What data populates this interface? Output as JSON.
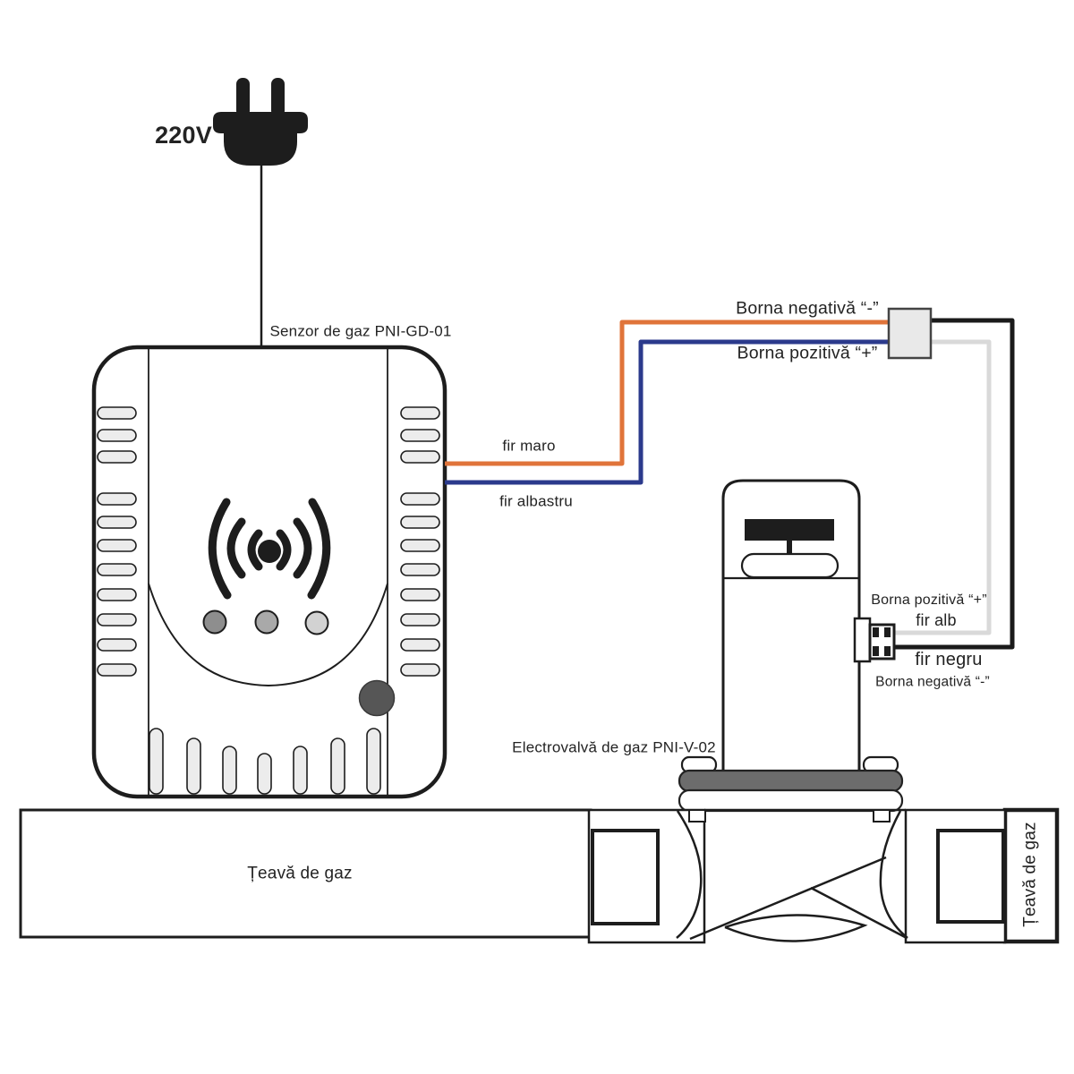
{
  "diagram": {
    "power": {
      "label": "220V"
    },
    "sensor": {
      "label": "Senzor de gaz PNI-GD-01"
    },
    "wiring_top": {
      "terminal_negative": "Borna negativă “-”",
      "terminal_positive": "Borna pozitivă “+”",
      "wire_brown": "fir maro",
      "wire_blue": "fir albastru"
    },
    "valve": {
      "label": "Electrovalvă de gaz PNI-V-02",
      "terminal_positive": "Borna pozitivă “+”",
      "wire_white": "fir alb",
      "wire_black": "fir negru",
      "terminal_negative": "Borna negativă “-”"
    },
    "pipe": {
      "label_left": "Țeavă de gaz",
      "label_right": "Țeavă de gaz"
    },
    "icons": {
      "plug": "power-plug-icon",
      "alarm": "alarm-waves-icon"
    },
    "colors": {
      "outline": "#1D1D1D",
      "wire_brown": "#E0743A",
      "wire_blue": "#2B3A8C",
      "wire_black": "#1A1A1A",
      "wire_white": "#D9D9D9",
      "connector_fill": "#E9E9E9",
      "flange_dark": "#6C6C6C",
      "led_1": "#8E8E8E",
      "led_2": "#A9A9A9",
      "led_3": "#D2D2D2",
      "button": "#565656"
    }
  }
}
